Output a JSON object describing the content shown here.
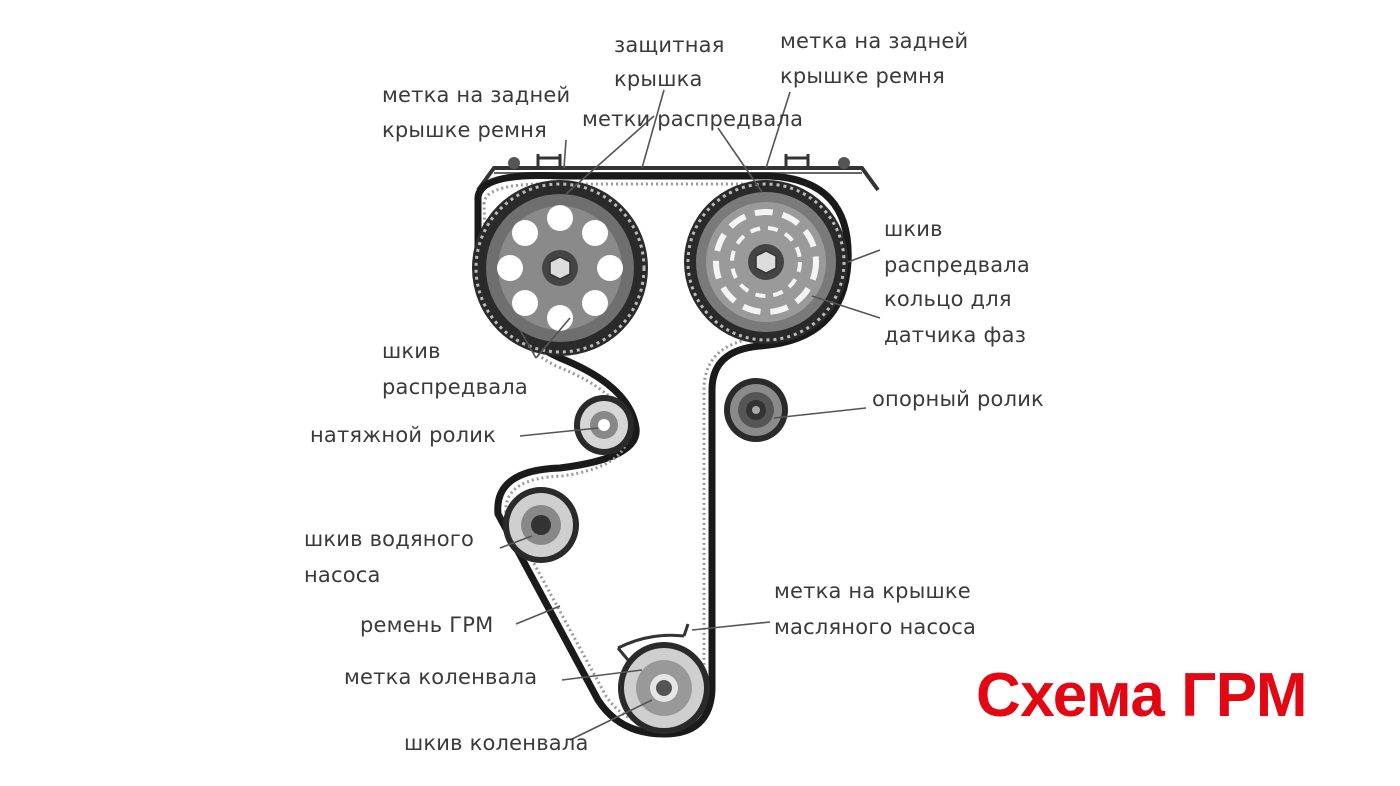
{
  "title": "Схема ГРМ",
  "colors": {
    "title": "#e30613",
    "ink": "#1a1a1a",
    "label": "#3a3a3a"
  },
  "labels": {
    "protective_cover_1": "защитная",
    "protective_cover_2": "крышка",
    "rear_mark_left_1": "метка на задней",
    "rear_mark_left_2": "крышке ремня",
    "rear_mark_right_1": "метка на задней",
    "rear_mark_right_2": "крышке ремня",
    "cam_marks": "метки распредвала",
    "cam_pulley_right_1": "шкив",
    "cam_pulley_right_2": "распредвала",
    "phase_ring_1": "кольцо для",
    "phase_ring_2": "датчика фаз",
    "cam_pulley_left_1": "шкив",
    "cam_pulley_left_2": "распредвала",
    "tensioner": "натяжной ролик",
    "idler": "опорный ролик",
    "water_pump_1": "шкив водяного",
    "water_pump_2": "насоса",
    "belt": "ремень ГРМ",
    "oil_pump_mark_1": "метка на крышке",
    "oil_pump_mark_2": "масляного насоса",
    "crank_mark": "метка коленвала",
    "crank_pulley": "шкив коленвала"
  }
}
